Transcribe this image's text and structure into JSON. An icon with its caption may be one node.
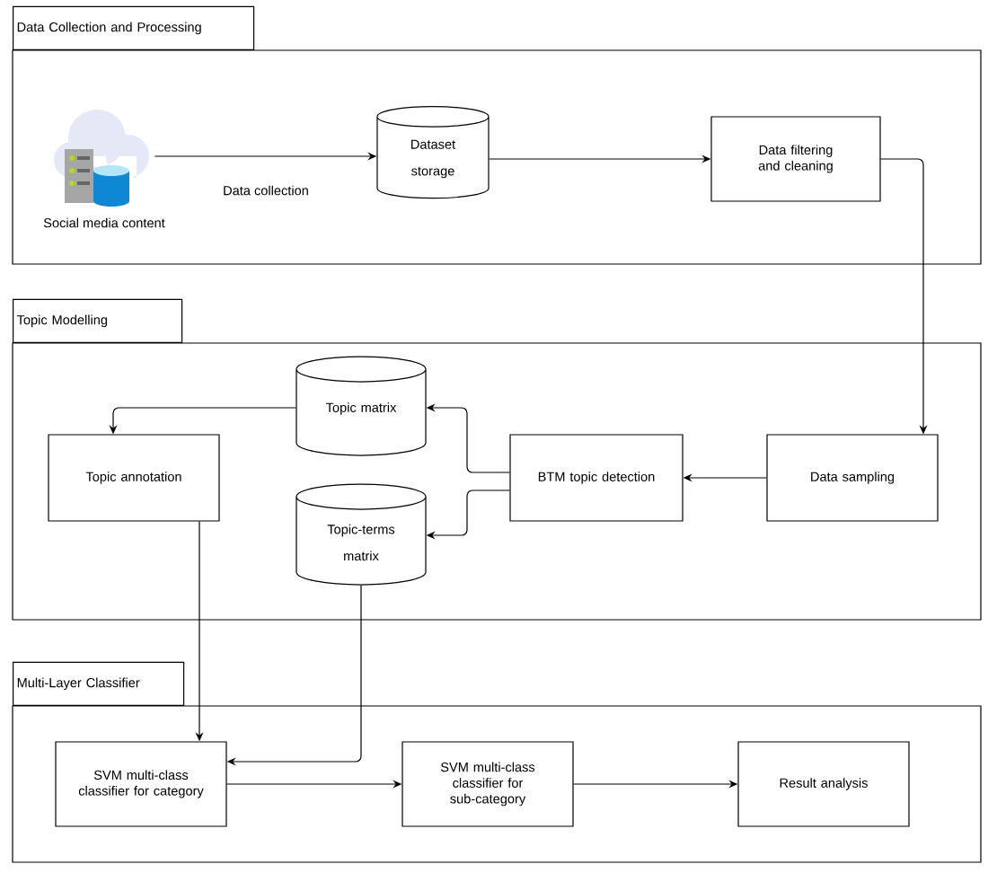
{
  "diagram": {
    "nodes": [
      {
        "text": [
          "Data Collection and Processing"
        ]
      },
      {
        "text": [],
        "shape": "picture",
        "beside": [
          "Social media content"
        ],
        "in": 0
      },
      {
        "text": [
          "Dataset storage"
        ],
        "in": 0
      },
      {
        "text": [
          "Data filtering and cleaning"
        ],
        "in": 0
      },
      {
        "text": [
          "Topic Modelling"
        ]
      },
      {
        "text": [
          "Topic matrix"
        ],
        "in": 4
      },
      {
        "text": [
          "Topic annotation"
        ],
        "in": 4
      },
      {
        "text": [
          "BTM topic detection"
        ],
        "in": 4
      },
      {
        "text": [
          "Data sampling"
        ],
        "in": 4
      },
      {
        "text": [
          "Topic-terms matrix"
        ],
        "in": 4
      },
      {
        "text": [
          "Multi-Layer Classifier"
        ]
      },
      {
        "text": [
          "SVM multi-class classifier for category"
        ],
        "in": 10
      },
      {
        "text": [
          "SVM multi-class classifier for sub-category"
        ],
        "in": 10
      },
      {
        "text": [
          "Result analysis"
        ],
        "in": 10
      }
    ],
    "edges": [
      {
        "from": 1,
        "to": 2,
        "arrow": "to",
        "label": "Data collection"
      },
      {
        "from": 2,
        "to": 3,
        "arrow": "to"
      },
      {
        "from": 3,
        "to": 8,
        "arrow": "to"
      },
      {
        "from": 8,
        "to": 7,
        "arrow": "to"
      },
      {
        "from": 7,
        "to": 5,
        "arrow": "to"
      },
      {
        "from": 7,
        "to": 9,
        "arrow": "to"
      },
      {
        "from": 5,
        "to": 6,
        "arrow": "to"
      },
      {
        "from": 6,
        "to": 11,
        "arrow": "to"
      },
      {
        "from": 9,
        "to": 11,
        "arrow": "to"
      },
      {
        "from": 11,
        "to": 12,
        "arrow": "to"
      },
      {
        "from": 12,
        "to": 13,
        "arrow": "to"
      }
    ]
  }
}
